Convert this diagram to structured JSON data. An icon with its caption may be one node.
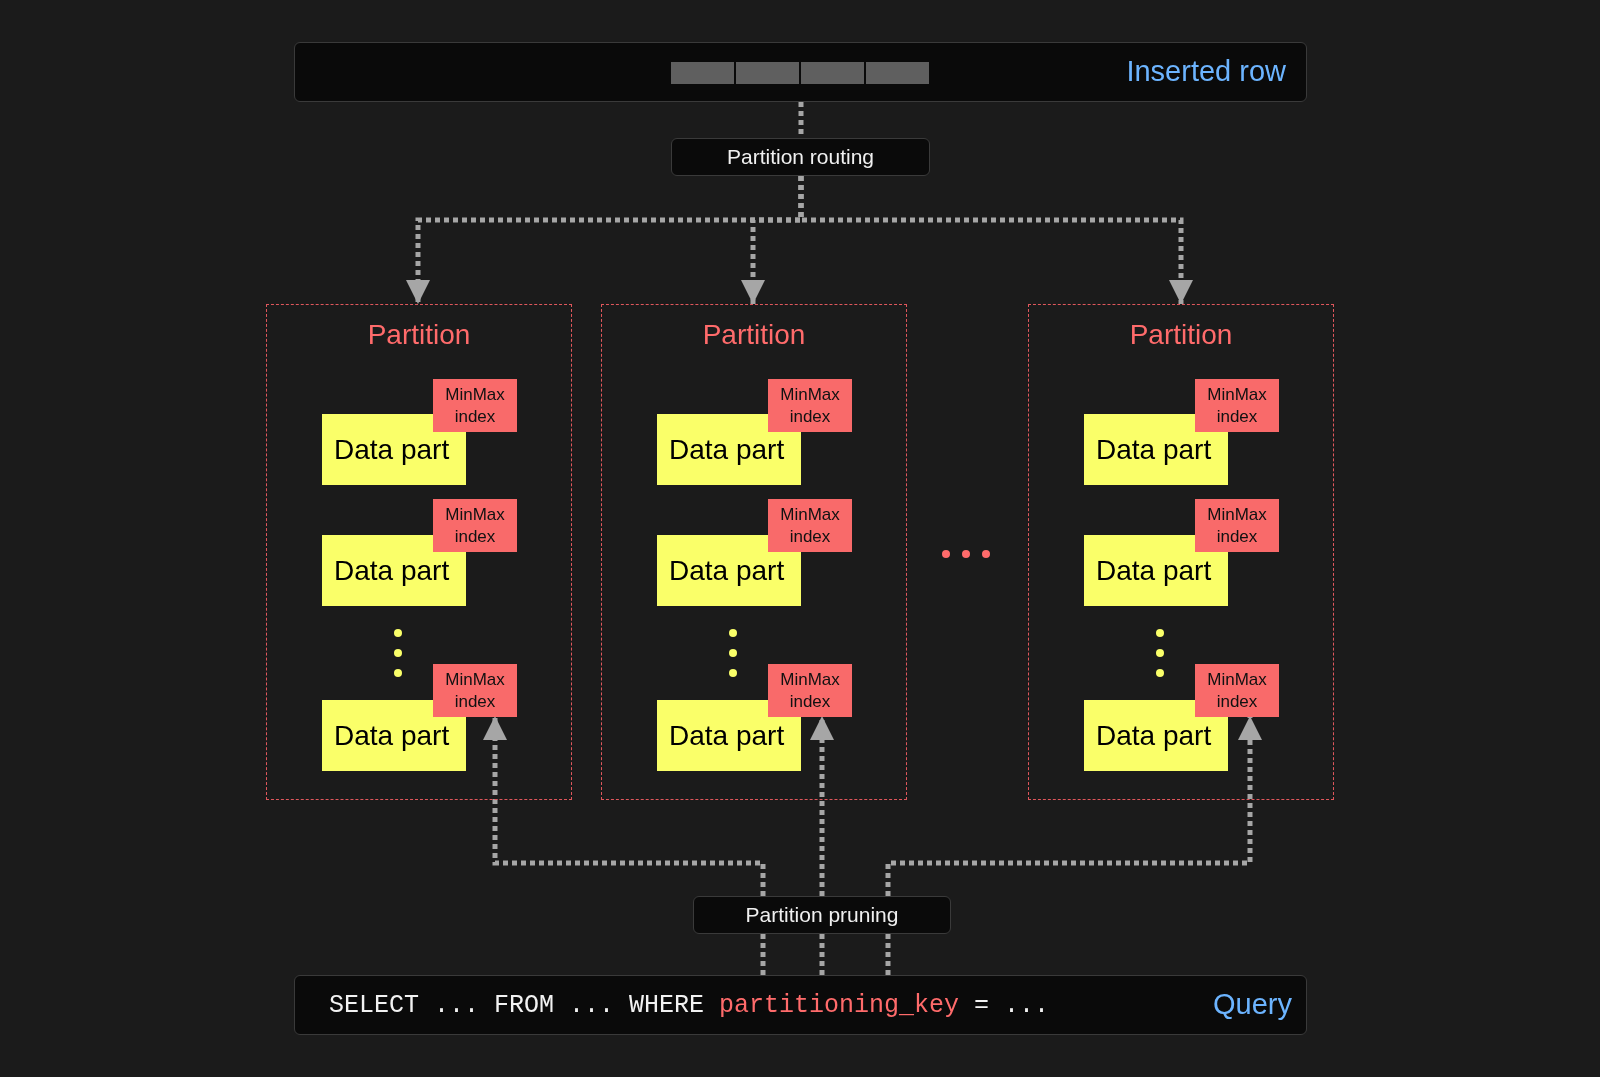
{
  "diagram": {
    "nodes": [
      {
        "text": [
          "Inserted row"
        ]
      },
      {
        "text": [
          "Partition routing"
        ]
      },
      {
        "text": [
          "Partition"
        ]
      },
      {
        "text": [
          "MinMax index"
        ],
        "in": 2
      },
      {
        "text": [
          "Data part"
        ],
        "in": 2
      },
      {
        "text": [
          "MinMax index"
        ],
        "in": 2
      },
      {
        "text": [
          "Data part"
        ],
        "in": 2
      },
      {
        "text": [
          "MinMax index"
        ],
        "in": 2
      },
      {
        "text": [
          "Data part"
        ],
        "in": 2
      },
      {
        "text": [
          "Partition"
        ]
      },
      {
        "text": [
          "MinMax index"
        ],
        "in": 9
      },
      {
        "text": [
          "Data part"
        ],
        "in": 9
      },
      {
        "text": [
          "MinMax index"
        ],
        "in": 9
      },
      {
        "text": [
          "Data part"
        ],
        "in": 9
      },
      {
        "text": [
          "MinMax index"
        ],
        "in": 9
      },
      {
        "text": [
          "Data part"
        ],
        "in": 9
      },
      {
        "text": [
          "Partition"
        ]
      },
      {
        "text": [
          "MinMax index"
        ],
        "in": 16
      },
      {
        "text": [
          "Data part"
        ],
        "in": 16
      },
      {
        "text": [
          "MinMax index"
        ],
        "in": 16
      },
      {
        "text": [
          "Data part"
        ],
        "in": 16
      },
      {
        "text": [
          "MinMax index"
        ],
        "in": 16
      },
      {
        "text": [
          "Data part"
        ],
        "in": 16
      },
      {
        "text": [
          "Partition pruning"
        ]
      },
      {
        "text": [
          "SELECT ... FROM ... WHERE",
          "partitioning_key",
          "= ...",
          "Query"
        ]
      }
    ],
    "edges": [
      {
        "from": 0,
        "to": 1,
        "arrow": "none",
        "style": "dashed"
      },
      {
        "from": 1,
        "to": 2,
        "arrow": "to",
        "style": "dashed"
      },
      {
        "from": 1,
        "to": 9,
        "arrow": "to",
        "style": "dashed"
      },
      {
        "from": 1,
        "to": 16,
        "arrow": "to",
        "style": "dashed"
      },
      {
        "from": 24,
        "to": 23,
        "arrow": "none",
        "style": "dashed"
      },
      {
        "from": 24,
        "to": 23,
        "arrow": "none",
        "style": "dashed"
      },
      {
        "from": 24,
        "to": 23,
        "arrow": "none",
        "style": "dashed"
      },
      {
        "from": 23,
        "to": 7,
        "arrow": "to",
        "style": "dashed"
      },
      {
        "from": 23,
        "to": 14,
        "arrow": "to",
        "style": "dashed"
      },
      {
        "from": 23,
        "to": 21,
        "arrow": "to",
        "style": "dashed"
      }
    ]
  }
}
